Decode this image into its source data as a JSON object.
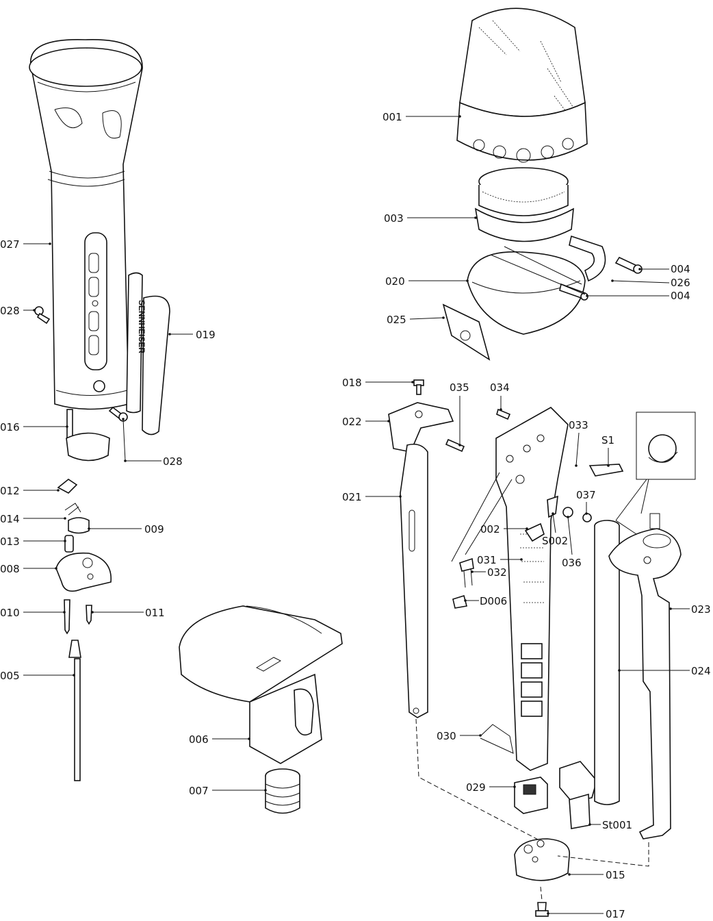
{
  "callouts": [
    {
      "id": "001",
      "text": "001"
    },
    {
      "id": "003",
      "text": "003"
    },
    {
      "id": "004a",
      "text": "004"
    },
    {
      "id": "026",
      "text": "026"
    },
    {
      "id": "004b",
      "text": "004"
    },
    {
      "id": "020",
      "text": "020"
    },
    {
      "id": "025",
      "text": "025"
    },
    {
      "id": "027",
      "text": "027"
    },
    {
      "id": "028a",
      "text": "028"
    },
    {
      "id": "019",
      "text": "019"
    },
    {
      "id": "016",
      "text": "016"
    },
    {
      "id": "028b",
      "text": "028"
    },
    {
      "id": "012",
      "text": "012"
    },
    {
      "id": "014",
      "text": "014"
    },
    {
      "id": "009",
      "text": "009"
    },
    {
      "id": "013",
      "text": "013"
    },
    {
      "id": "008",
      "text": "008"
    },
    {
      "id": "010",
      "text": "010"
    },
    {
      "id": "011",
      "text": "011"
    },
    {
      "id": "005",
      "text": "005"
    },
    {
      "id": "006",
      "text": "006"
    },
    {
      "id": "007",
      "text": "007"
    },
    {
      "id": "018",
      "text": "018"
    },
    {
      "id": "022",
      "text": "022"
    },
    {
      "id": "035",
      "text": "035"
    },
    {
      "id": "034",
      "text": "034"
    },
    {
      "id": "033",
      "text": "033"
    },
    {
      "id": "S1",
      "text": "S1"
    },
    {
      "id": "021",
      "text": "021"
    },
    {
      "id": "037",
      "text": "037"
    },
    {
      "id": "002",
      "text": "002"
    },
    {
      "id": "S002",
      "text": "S002"
    },
    {
      "id": "031",
      "text": "031"
    },
    {
      "id": "036",
      "text": "036"
    },
    {
      "id": "032",
      "text": "032"
    },
    {
      "id": "D006",
      "text": "D006"
    },
    {
      "id": "023",
      "text": "023"
    },
    {
      "id": "024",
      "text": "024"
    },
    {
      "id": "030",
      "text": "030"
    },
    {
      "id": "029",
      "text": "029"
    },
    {
      "id": "St001",
      "text": "St001"
    },
    {
      "id": "015",
      "text": "015"
    },
    {
      "id": "017",
      "text": "017"
    }
  ],
  "part_markings": {
    "handle_brand": "SENNHEISER"
  },
  "colors": {
    "ink": "#111111",
    "paper": "#ffffff"
  }
}
